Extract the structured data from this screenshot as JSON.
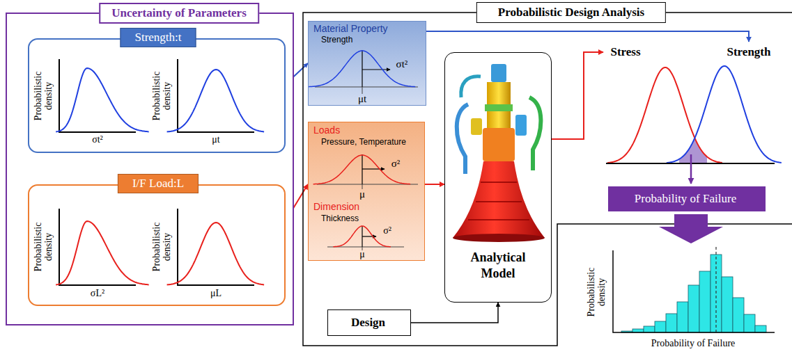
{
  "diagram": {
    "nodes": [
      {
        "text": [
          "Uncertainty of Parameters"
        ]
      },
      {
        "text": [
          "Strength:t"
        ],
        "in": 0
      },
      {
        "text": [
          "I/F Load:L"
        ],
        "in": 0
      },
      {
        "text": [
          "Probabilistic Design Analysis"
        ]
      },
      {
        "text": [
          "Material Property",
          "Strength"
        ],
        "in": 3
      },
      {
        "text": [
          "Loads",
          "Pressure, Temperature",
          "Dimension",
          "Thickness"
        ],
        "in": 3
      },
      {
        "text": [
          "Analytical Model"
        ],
        "in": 3
      },
      {
        "text": [
          "Design"
        ],
        "in": 3
      },
      {
        "text": [
          "Probability of Failure"
        ],
        "in": 3
      }
    ],
    "edges": [
      {
        "from": 1,
        "to": 4,
        "arrow": "to"
      },
      {
        "from": 2,
        "to": 5,
        "arrow": "to"
      },
      {
        "from": 5,
        "to": 6,
        "arrow": "to"
      },
      {
        "from": 7,
        "to": 6,
        "arrow": "to"
      }
    ],
    "labels": [
      "Probabilistic density",
      "σt²",
      "Probabilistic density",
      "μt",
      "Probabilistic density",
      "σL²",
      "Probabilistic density",
      "μL",
      "σt²",
      "μt",
      "σ²",
      "μ",
      "σ²",
      "μ",
      "Stress",
      "Strength",
      "Probabilistic density",
      "Probability of Failure"
    ]
  }
}
